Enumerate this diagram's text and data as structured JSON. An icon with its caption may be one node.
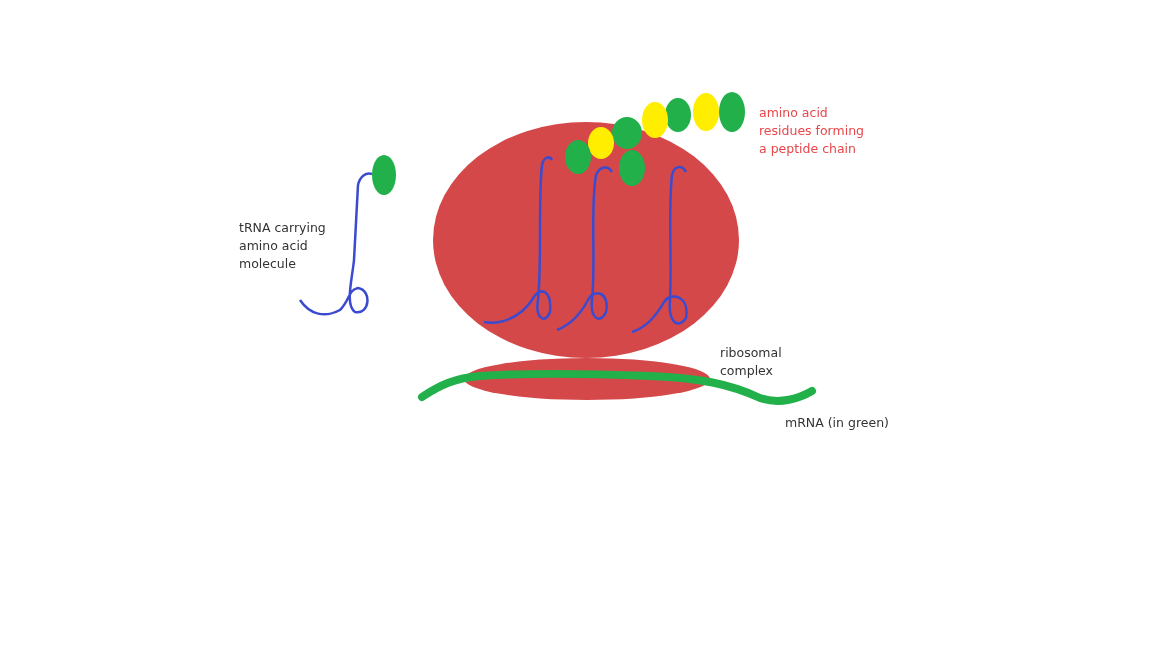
{
  "diagram": {
    "labels": [
      "tRNA carrying amino acid molecule",
      "amino acid residues forming a peptide chain",
      "ribosomal complex",
      "mRNA (in green)"
    ]
  }
}
